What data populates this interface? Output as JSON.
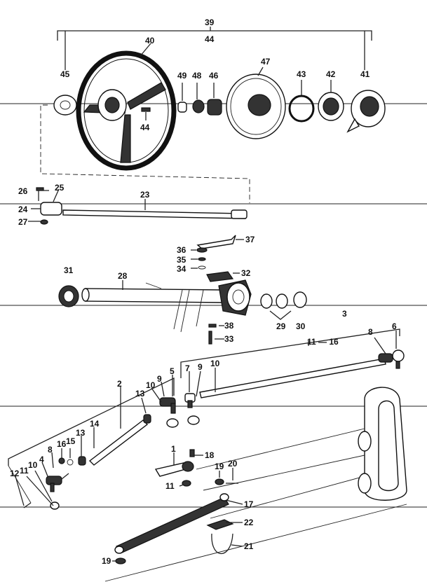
{
  "labels": {
    "n39": "39",
    "n44top": "44",
    "n40": "40",
    "n45": "45",
    "n49": "49",
    "n48": "48",
    "n46": "46",
    "n47": "47",
    "n43": "43",
    "n42": "42",
    "n41": "41",
    "n44mid": "44",
    "n26": "26",
    "n25": "25",
    "n23": "23",
    "n24": "24",
    "n27": "27",
    "n37": "37",
    "n36": "36",
    "n35": "35",
    "n34": "34",
    "n32": "32",
    "n31": "31",
    "n28": "28",
    "n29": "29",
    "n30": "30",
    "n38": "38",
    "n33": "33",
    "n3": "3",
    "n8r": "8",
    "n6": "6",
    "n11_16": "11 — 16",
    "n7": "7",
    "n9r": "9",
    "n10r": "10",
    "n2": "2",
    "n5": "5",
    "n9m": "9",
    "n10m": "10",
    "n13a": "13",
    "n14": "14",
    "n13b": "13",
    "n15": "15",
    "n16": "16",
    "n8l": "8",
    "n4": "4",
    "n10l": "10",
    "n11l": "11",
    "n12": "12",
    "n1": "1",
    "n18": "18",
    "n19r": "19",
    "n20": "20",
    "n11m": "11",
    "n17": "17",
    "n22": "22",
    "n21": "21",
    "n19b": "19"
  }
}
